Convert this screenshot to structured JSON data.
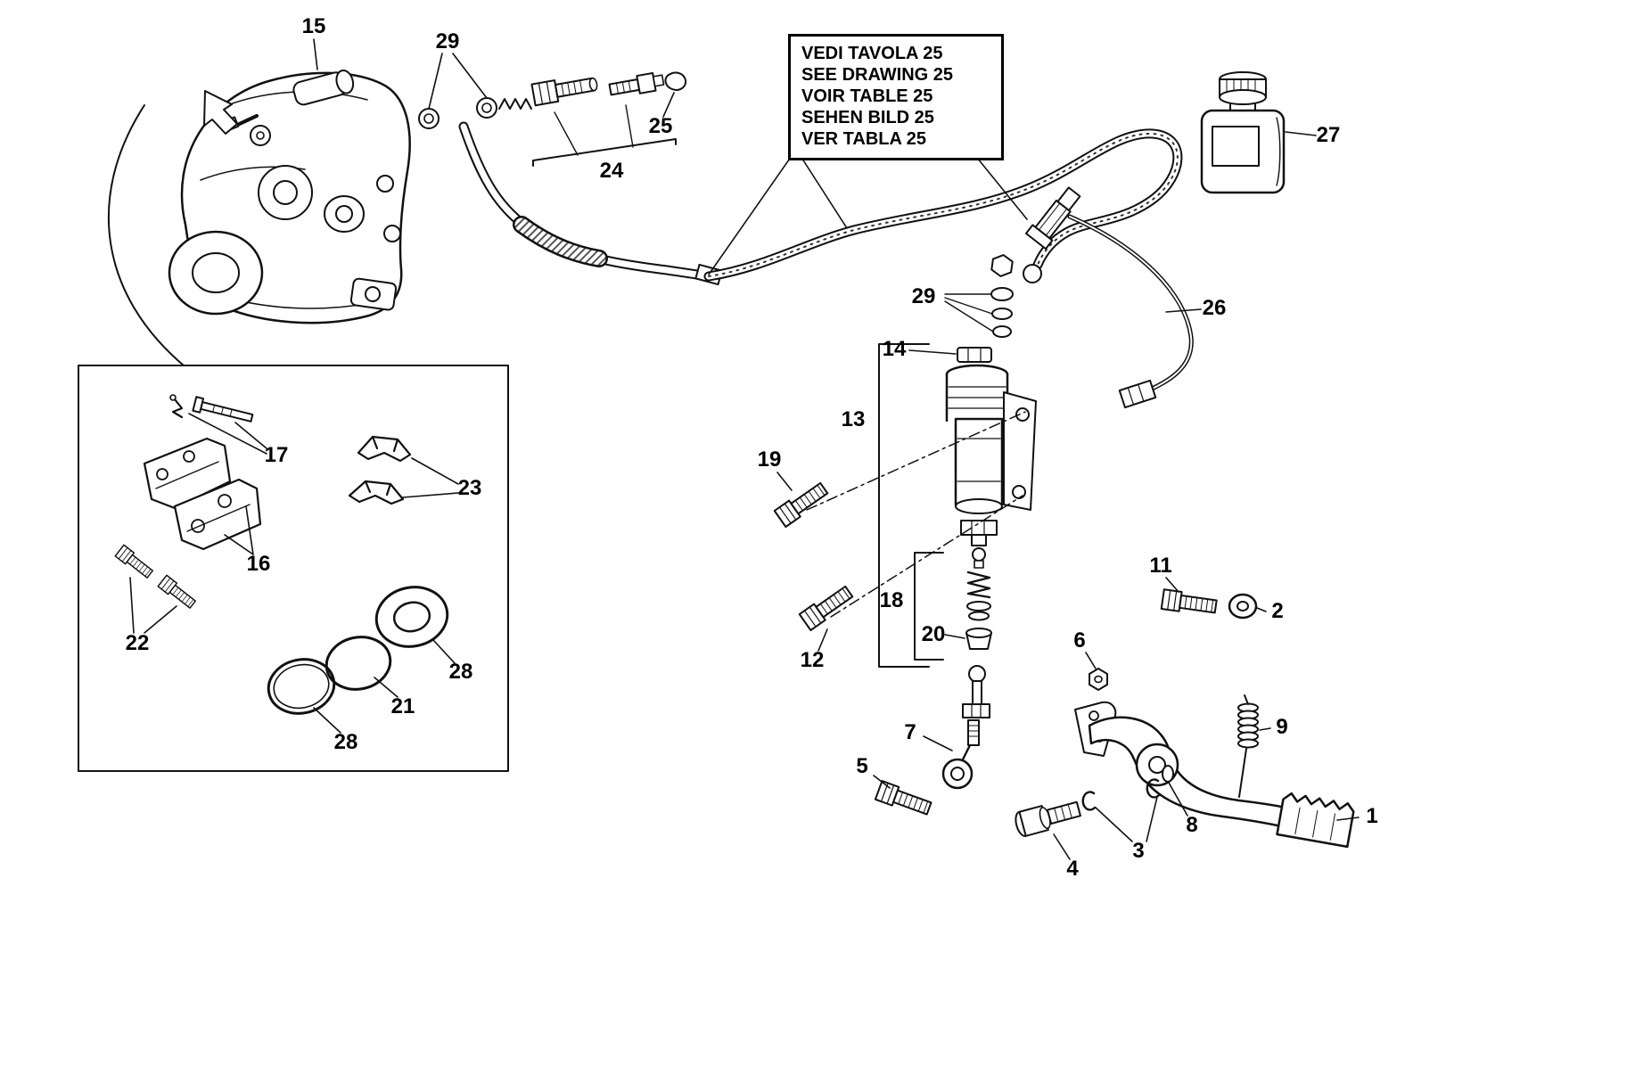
{
  "note_box": {
    "lines": [
      "VEDI TAVOLA 25",
      "SEE DRAWING 25",
      "VOIR TABLE 25",
      "SEHEN BILD 25",
      "VER TABLA 25"
    ]
  },
  "labels": [
    {
      "part": "15"
    },
    {
      "part": "29"
    },
    {
      "part": "25"
    },
    {
      "part": "24"
    },
    {
      "part": "27"
    },
    {
      "part": "26"
    },
    {
      "part": "29"
    },
    {
      "part": "14"
    },
    {
      "part": "13"
    },
    {
      "part": "19"
    },
    {
      "part": "17"
    },
    {
      "part": "23"
    },
    {
      "part": "16"
    },
    {
      "part": "22"
    },
    {
      "part": "28"
    },
    {
      "part": "21"
    },
    {
      "part": "28"
    },
    {
      "part": "18"
    },
    {
      "part": "12"
    },
    {
      "part": "20"
    },
    {
      "part": "11"
    },
    {
      "part": "2"
    },
    {
      "part": "6"
    },
    {
      "part": "9"
    },
    {
      "part": "7"
    },
    {
      "part": "5"
    },
    {
      "part": "8"
    },
    {
      "part": "3"
    },
    {
      "part": "4"
    },
    {
      "part": "1"
    }
  ],
  "colors": {
    "line": "#111111",
    "background": "#ffffff"
  }
}
